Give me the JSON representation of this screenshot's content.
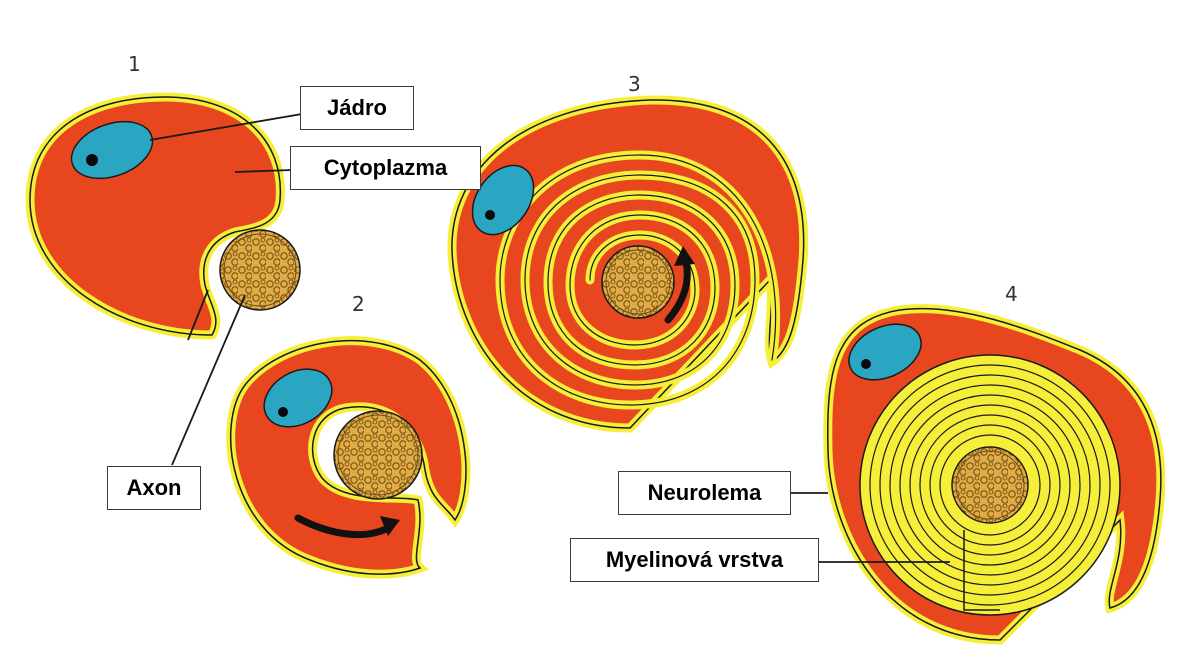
{
  "stages": [
    "1",
    "2",
    "3",
    "4"
  ],
  "labels": {
    "nucleus": "Jádro",
    "cytoplasm": "Cytoplazma",
    "axon": "Axon",
    "neurolemma": "Neurolema",
    "myelin": "Myelinová vrstva"
  },
  "colors": {
    "cytoplasm": "#e8461f",
    "membrane": "#f6ef3a",
    "nucleus": "#2aa6c2",
    "axon": "#d9a33a",
    "outline": "#1a1a1a"
  }
}
